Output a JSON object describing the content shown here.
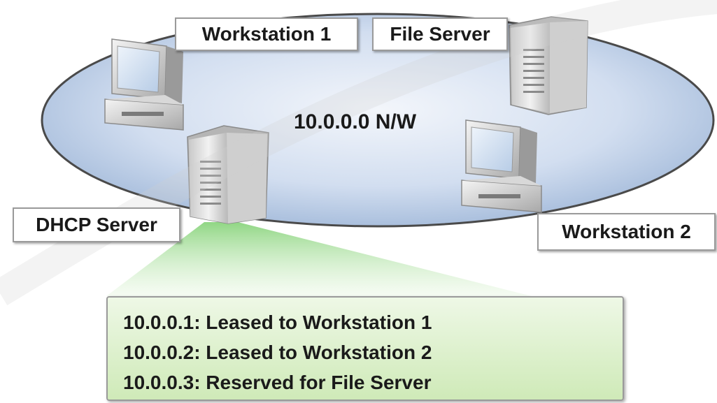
{
  "network": {
    "label": "10.0.0.0 N/W"
  },
  "nodes": {
    "workstation1": "Workstation 1",
    "file_server": "File Server",
    "dhcp_server": "DHCP Server",
    "workstation2": "Workstation 2"
  },
  "leases": [
    "10.0.0.1: Leased to Workstation 1",
    "10.0.0.2: Leased to Workstation 2",
    "10.0.0.3: Reserved for File Server"
  ]
}
